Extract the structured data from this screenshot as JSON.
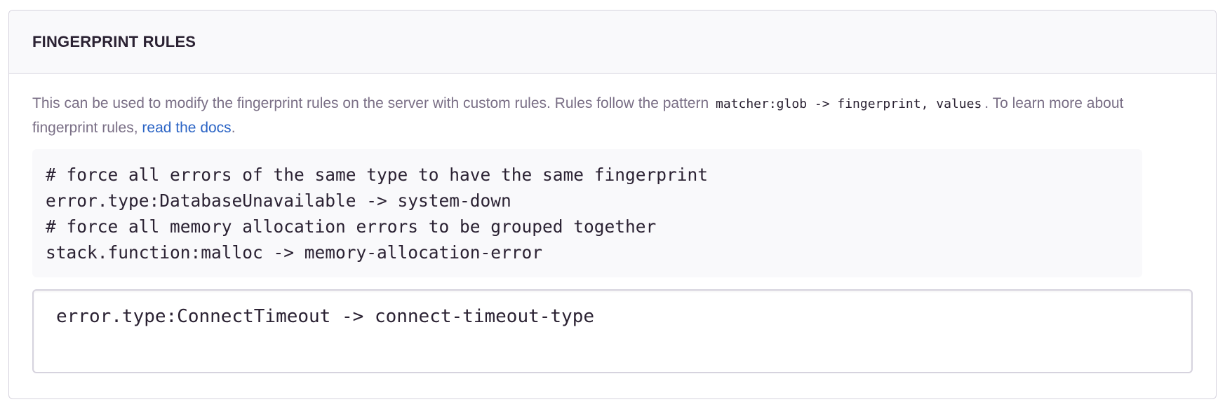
{
  "panel": {
    "title": "FINGERPRINT RULES"
  },
  "help": {
    "text_before": "This can be used to modify the fingerprint rules on the server with custom rules. Rules follow the pattern",
    "pattern_code": "matcher:glob -> fingerprint, values",
    "text_middle": ". To learn more about fingerprint rules,",
    "link_label": "read the docs",
    "text_after": "."
  },
  "example": {
    "lines": [
      "# force all errors of the same type to have the same fingerprint",
      "error.type:DatabaseUnavailable -> system-down",
      "# force all memory allocation errors to be grouped together",
      "stack.function:malloc -> memory-allocation-error"
    ]
  },
  "editor": {
    "value": "error.type:ConnectTimeout -> connect-timeout-type"
  },
  "colors": {
    "link": "#2b64c5",
    "muted_text": "#7a6f86",
    "heading_text": "#2b2233",
    "border": "#d6d3de",
    "header_background": "#f9f9fb"
  }
}
